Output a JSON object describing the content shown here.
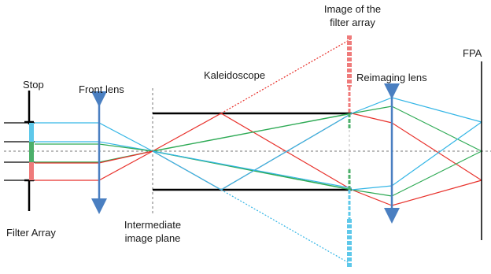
{
  "labels": {
    "stop": "Stop",
    "front_lens": "Front lens",
    "kaleidoscope": "Kaleidoscope",
    "image_of_filter_array_line1": "Image of the",
    "image_of_filter_array_line2": "filter array",
    "reimaging_lens": "Reimaging lens",
    "fpa": "FPA",
    "filter_array": "Filter Array",
    "intermediate_image_plane_line1": "Intermediate",
    "intermediate_image_plane_line2": "image plane"
  },
  "colors": {
    "red_ray": "#e8322c",
    "green_ray": "#2eaa55",
    "cyan_ray": "#35b6e6",
    "lens_arrow": "#4a7fc1",
    "mirror": "#000000",
    "axis": "#777777",
    "filter_cyan": "#5ec8ea",
    "filter_green": "#4caf6a",
    "filter_red": "#ef7b7b"
  }
}
